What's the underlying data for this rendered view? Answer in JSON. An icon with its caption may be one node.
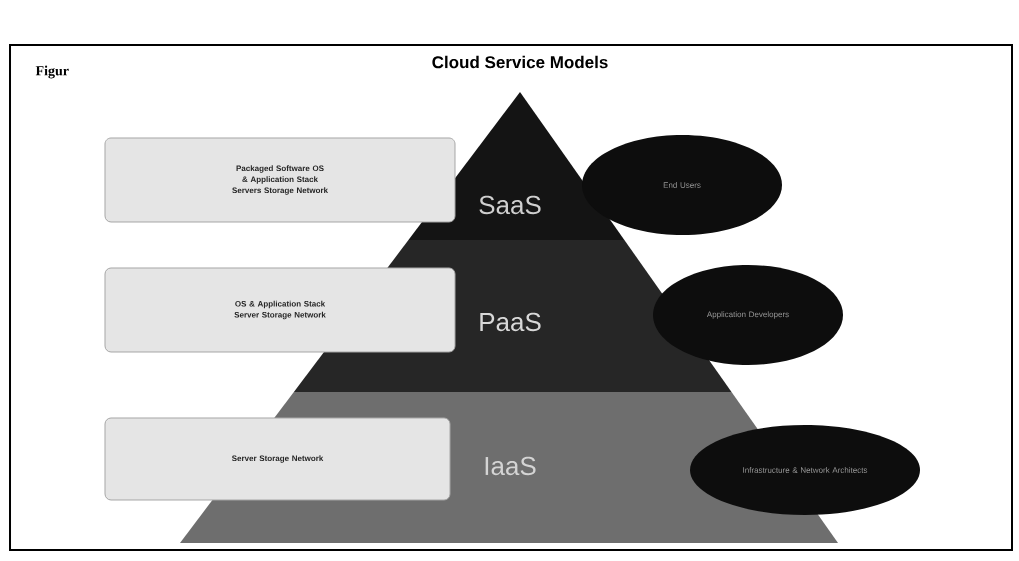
{
  "diagram": {
    "title": "Cloud Service Models",
    "nodes": [
      {
        "text": [
          "Packaged Software OS & Application Stack Servers Storage Network"
        ]
      },
      {
        "text": [
          "SaaS"
        ]
      },
      {
        "text": [
          "End Users"
        ]
      },
      {
        "text": [
          "OS & Application Stack Server Storage Network"
        ]
      },
      {
        "text": [
          "PaaS"
        ]
      },
      {
        "text": [
          "Application Developers"
        ]
      },
      {
        "text": [
          "Server Storage Network"
        ]
      },
      {
        "text": [
          "IaaS"
        ]
      },
      {
        "text": [
          "Infrastructure & Network Architects"
        ]
      }
    ],
    "labels": [
      "Figur"
    ]
  }
}
